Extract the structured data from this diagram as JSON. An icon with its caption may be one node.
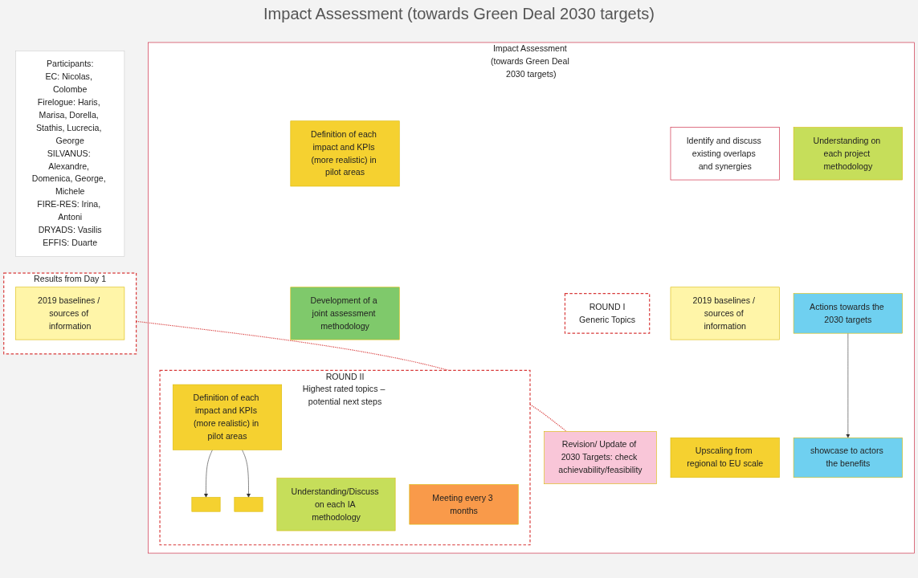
{
  "diagram": {
    "title": "Impact Assessment (towards Green Deal 2030 targets)",
    "nodes": [
      {
        "text": [
          "Impact Assessment (towards Green Deal 2030 targets)"
        ]
      },
      {
        "text": [
          "ROUND I",
          "Generic Topics"
        ],
        "in": 0
      },
      {
        "text": [
          "Identify and discuss existing overlaps and synergies"
        ],
        "in": 0
      },
      {
        "text": [
          "Revision/ Update of 2030 Targets: check achievability/feasibility"
        ],
        "in": 0
      },
      {
        "text": [
          "Definition of each impact and KPIs (more realistic) in pilot areas"
        ],
        "in": 0
      },
      {
        "text": [
          "2019 baselines / sources of information"
        ],
        "in": 0
      },
      {
        "text": [
          "Understanding on each project methodology"
        ],
        "in": 0
      },
      {
        "text": [
          "Development of a joint assessment methodology"
        ],
        "in": 0
      },
      {
        "text": [
          "Upscaling from regional to EU scale"
        ],
        "in": 0
      },
      {
        "text": [
          "Actions towards the 2030 targets"
        ],
        "in": 0
      },
      {
        "text": [
          "showcase to actors the benefits"
        ],
        "in": 0
      },
      {
        "text": [
          "ROUND II",
          "Highest rated topics – potential next steps"
        ],
        "in": 0
      },
      {
        "text": [
          "Definition of each impact and KPIs (more realistic) in pilot areas"
        ],
        "in": 11
      },
      {
        "text": [],
        "shape": "box",
        "in": 11
      },
      {
        "text": [],
        "shape": "box",
        "in": 11
      },
      {
        "text": [
          "Understanding/Discuss on each IA methodology"
        ],
        "in": 11
      },
      {
        "text": [
          "Meeting every 3 months"
        ],
        "in": 11
      },
      {
        "text": [
          "Results from Day 1"
        ]
      },
      {
        "text": [
          "2019 baselines / sources of information"
        ],
        "in": 17
      },
      {
        "text": [
          "Participants:",
          "EC: Nicolas, Colombe",
          "Firelogue: Haris, Marisa, Dorella, Stathis, Lucrecia, George",
          "SILVANUS: Alexandre, Domenica, George, Michele",
          "FIRE-RES: Irina, Antoni",
          "DRYADS: Vasilis",
          "EFFIS: Duarte"
        ]
      }
    ],
    "edges": [
      {
        "from": 9,
        "to": 10,
        "arrow": "to"
      },
      {
        "from": 12,
        "to": 13,
        "arrow": "to"
      },
      {
        "from": 12,
        "to": 14,
        "arrow": "to"
      },
      {
        "from": 17,
        "to": 3,
        "arrow": "none",
        "style": "dashed",
        "color": "#d83a3a"
      }
    ]
  }
}
